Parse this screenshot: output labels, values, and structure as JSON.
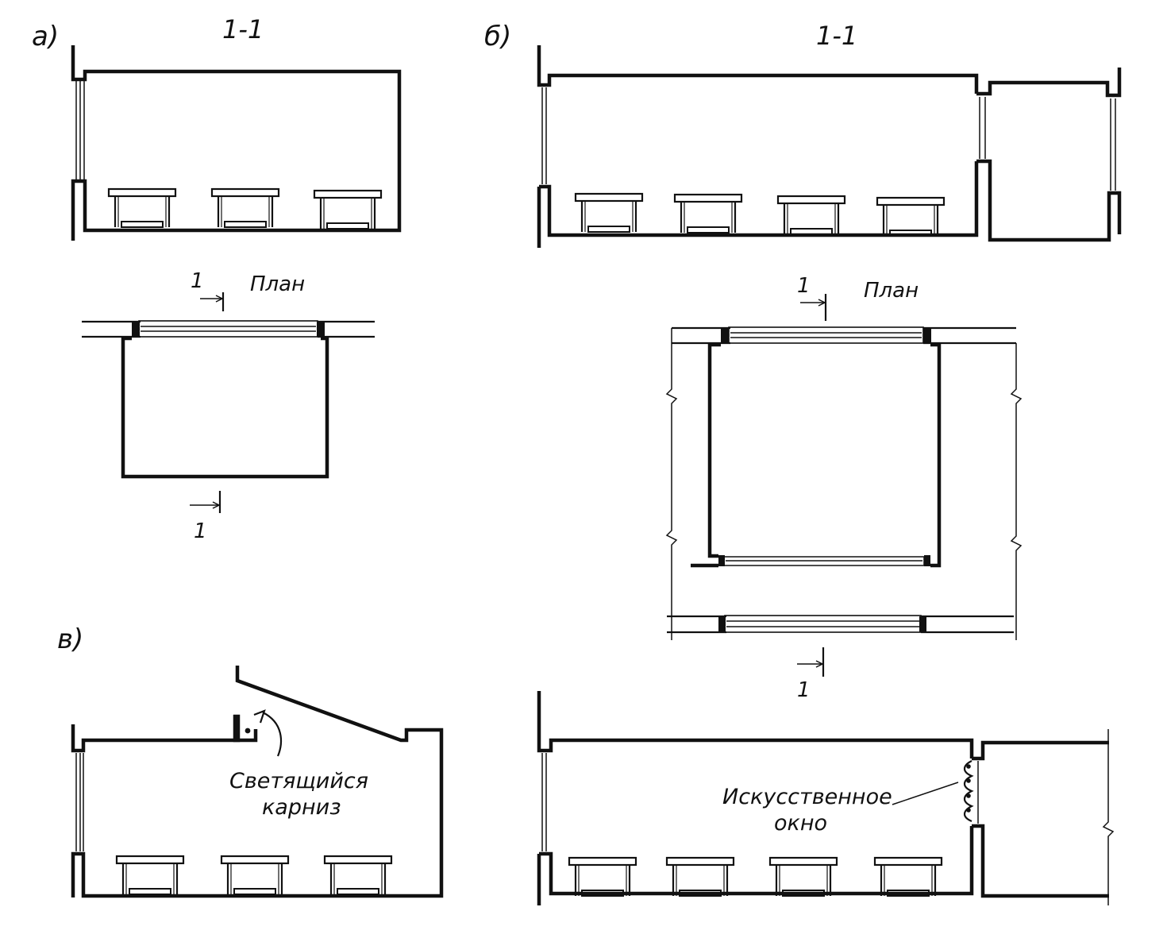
{
  "figures": {
    "a": {
      "letter": "а)",
      "section_title": "1-1",
      "plan_title": "План",
      "cut_top_label": "1",
      "cut_bottom_label": "1"
    },
    "b": {
      "letter": "б)",
      "section_title": "1-1",
      "plan_title": "План",
      "cut_top_label": "1",
      "cut_bottom_label": "1"
    },
    "v": {
      "letter": "в)",
      "cornice_label_line1": "Светящийся",
      "cornice_label_line2": "карниз",
      "artificial_window_line1": "Искусственное",
      "artificial_window_line2": "окно"
    }
  }
}
